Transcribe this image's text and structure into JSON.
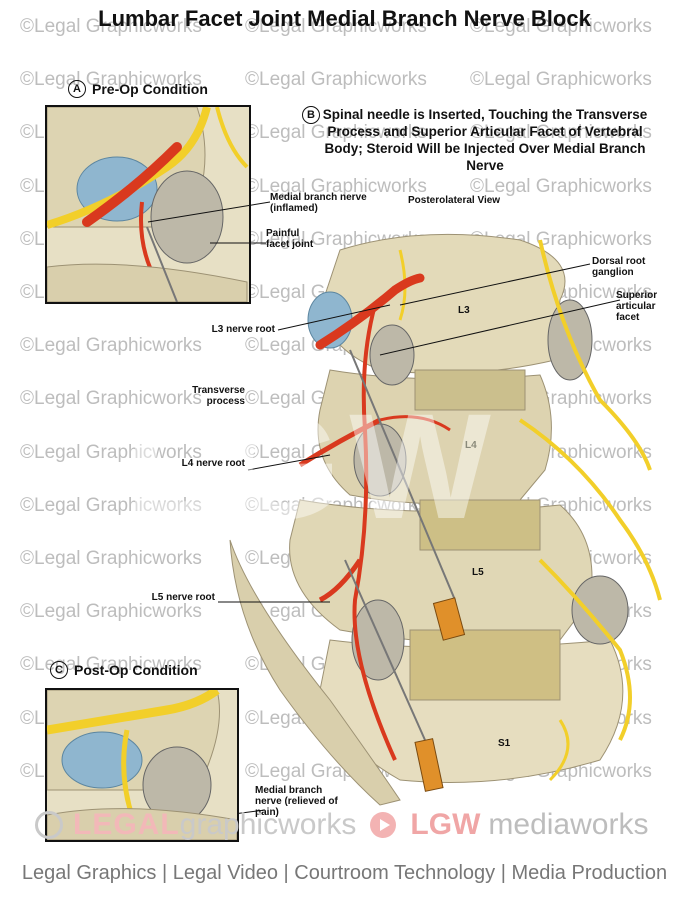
{
  "title": "Lumbar Facet Joint Medial Branch Nerve Block",
  "watermark": "©Legal Graphicworks",
  "sections": {
    "a": {
      "letter": "A",
      "heading": "Pre-Op Condition"
    },
    "b": {
      "letter": "B",
      "text": "Spinal needle is Inserted, Touching the Transverse Process and Superior Articular Facet of Vertebral Body; Steroid Will be Injected Over Medial Branch Nerve"
    },
    "c": {
      "letter": "C",
      "heading": "Post-Op Condition"
    }
  },
  "view_label": "Posterolateral View",
  "labels": {
    "medial_branch_inflamed": "Medial branch nerve (inflamed)",
    "painful_facet": "Painful facet joint",
    "dorsal_root_ganglion": "Dorsal root ganglion",
    "superior_articular_facet": "Superior articular facet",
    "l3_nerve_root": "L3 nerve root",
    "transverse_process": "Transverse process",
    "l4_nerve_root": "L4 nerve root",
    "l5_nerve_root": "L5 nerve root",
    "medial_branch_relieved": "Medial branch nerve (relieved of pain)",
    "l3": "L3",
    "l4": "L4",
    "l5": "L5",
    "s1": "S1"
  },
  "footer": {
    "logo_legal": "LEGAL",
    "logo_graphicworks": "graphicworks",
    "logo_lgw": "LGW",
    "logo_mediaworks": "mediaworks",
    "tagline": "Legal Graphics | Legal Video | Courtroom Technology | Media Production"
  },
  "colors": {
    "bone": "#e4dcbd",
    "nerve": "#f2cf2a",
    "inflamed": "#d9391e",
    "disc": "#8fb6cf",
    "ligament": "#c9c1a0"
  }
}
